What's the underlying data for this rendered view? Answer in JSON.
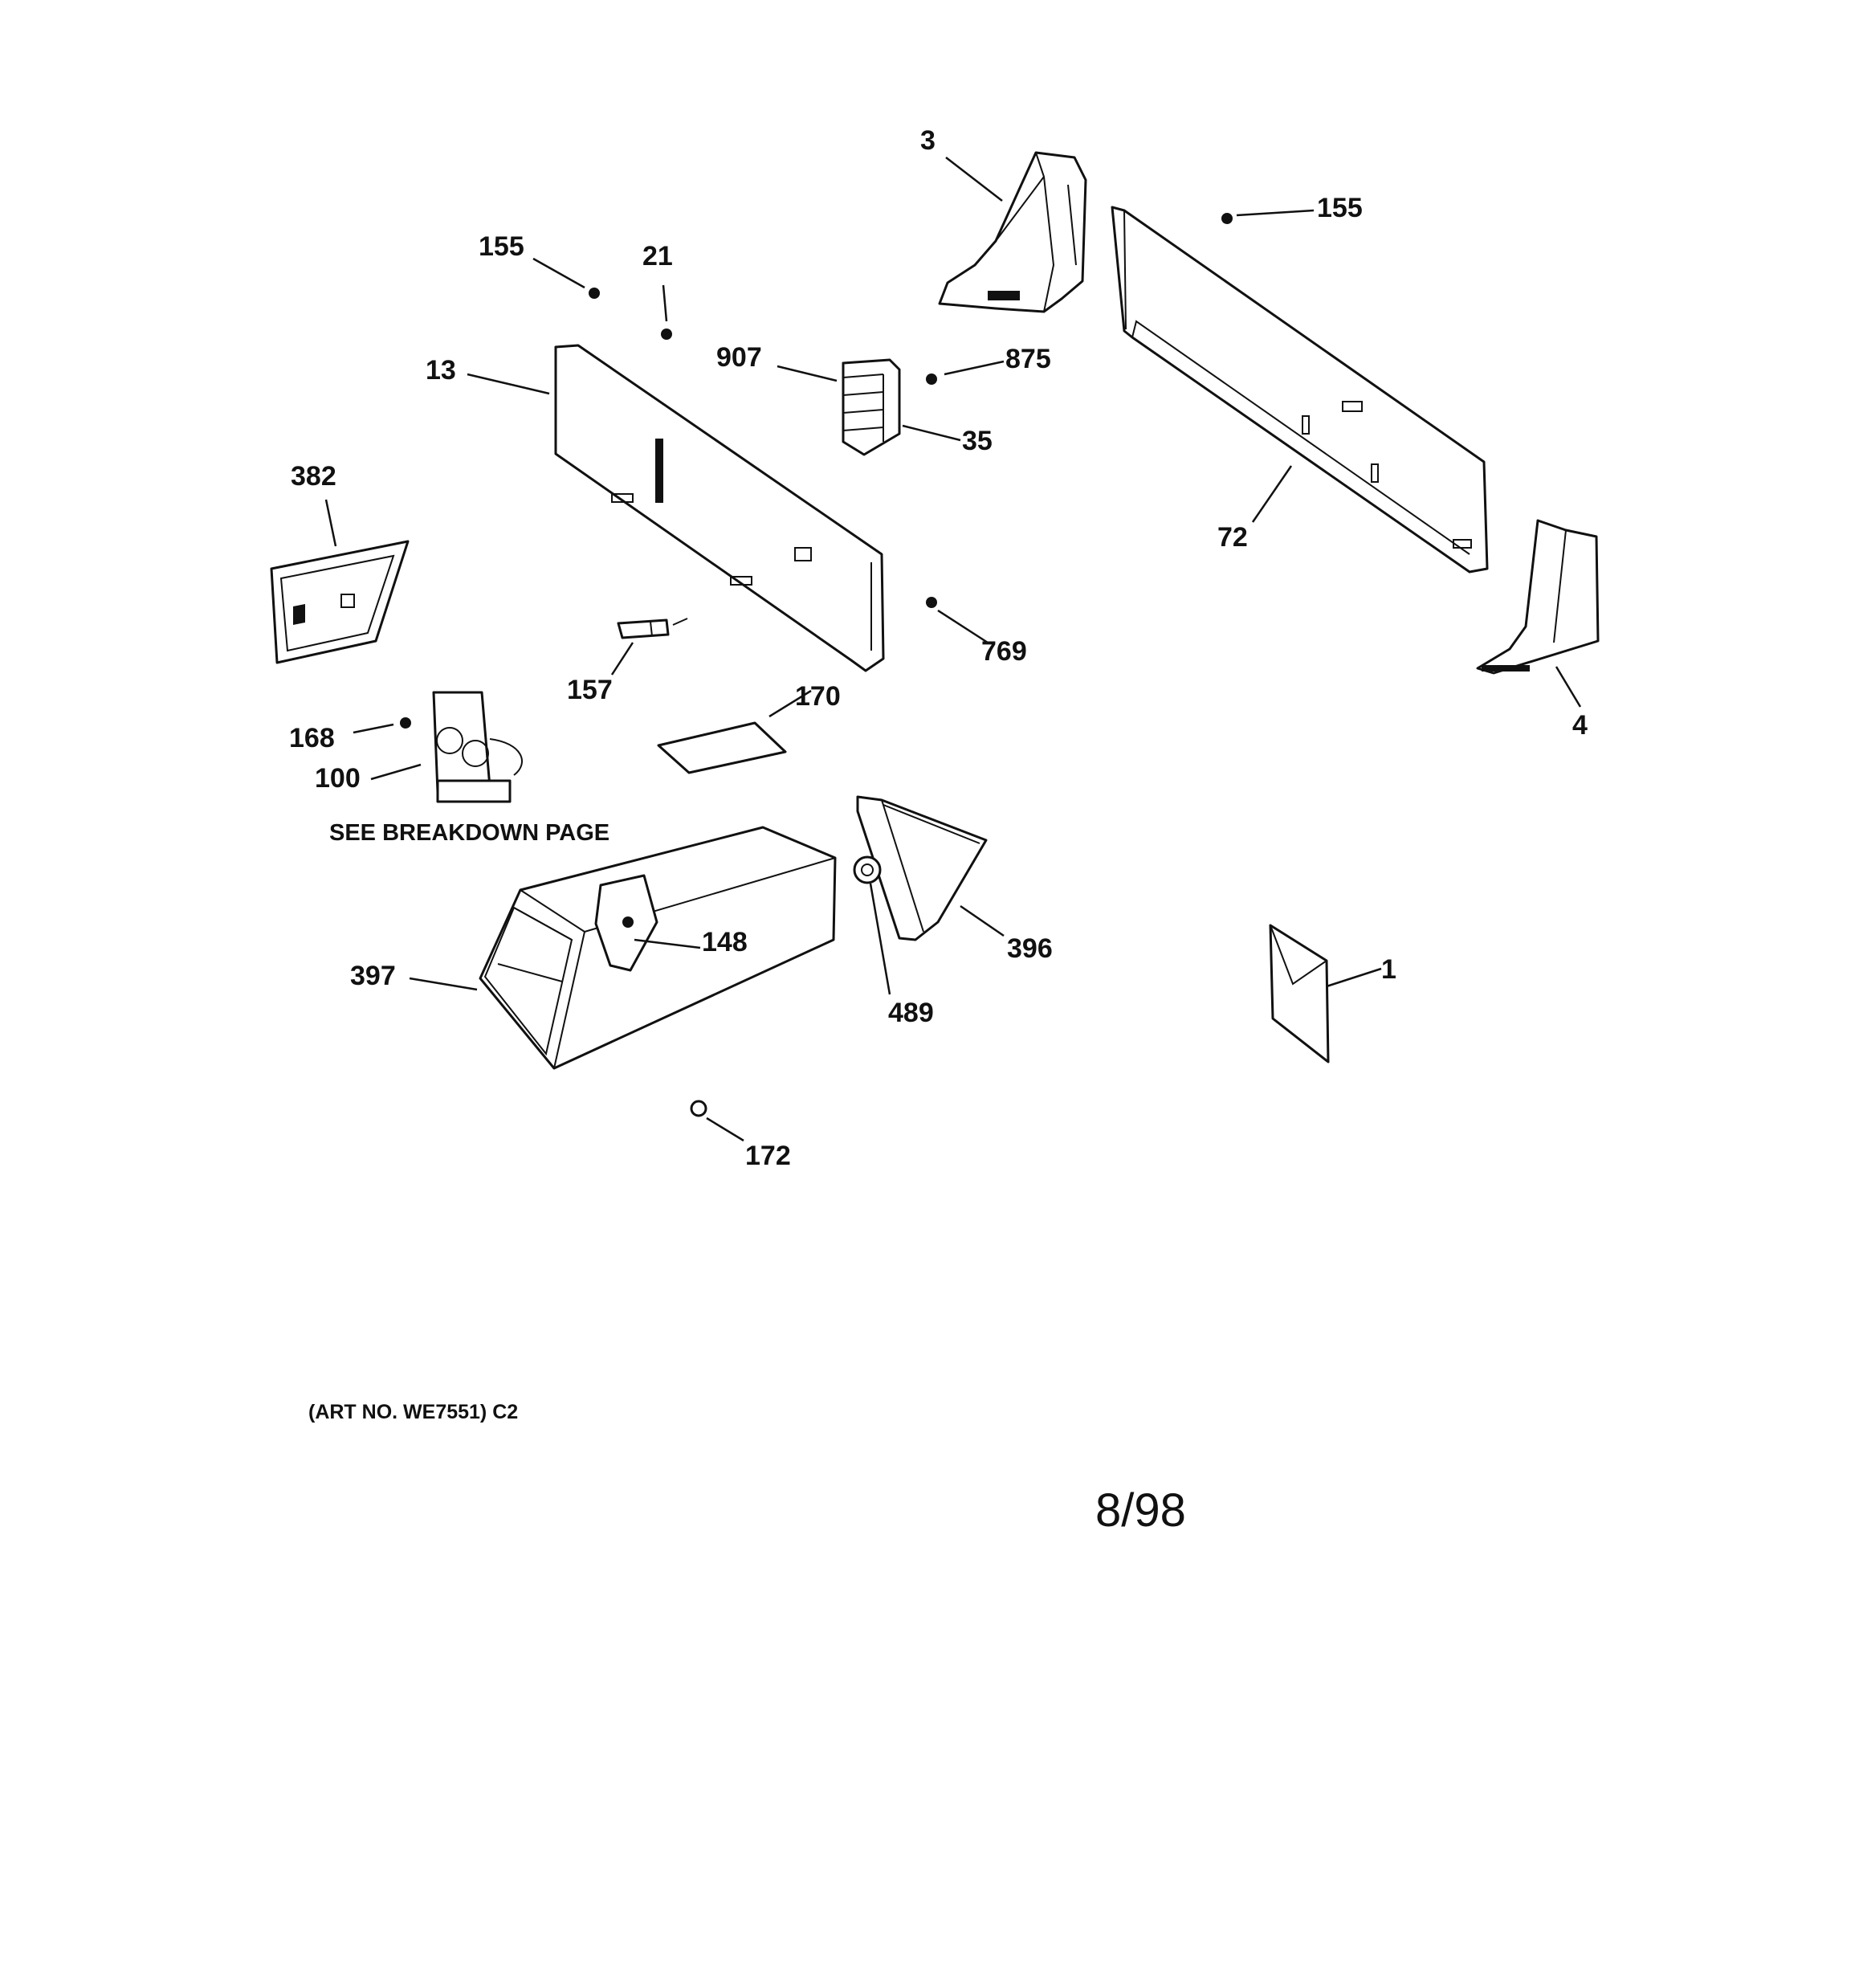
{
  "labels": {
    "l3": "3",
    "l155a": "155",
    "l155b": "155",
    "l21": "21",
    "l13": "13",
    "l907": "907",
    "l875": "875",
    "l35": "35",
    "l382": "382",
    "l72": "72",
    "l769": "769",
    "l157": "157",
    "l170": "170",
    "l168": "168",
    "l100": "100",
    "l4": "4",
    "l148": "148",
    "l397": "397",
    "l396": "396",
    "l489": "489",
    "l1": "1",
    "l172": "172"
  },
  "notes": {
    "breakdown": "SEE BREAKDOWN PAGE",
    "art_no": "(ART NO. WE7551) C2",
    "date": "8/98"
  }
}
